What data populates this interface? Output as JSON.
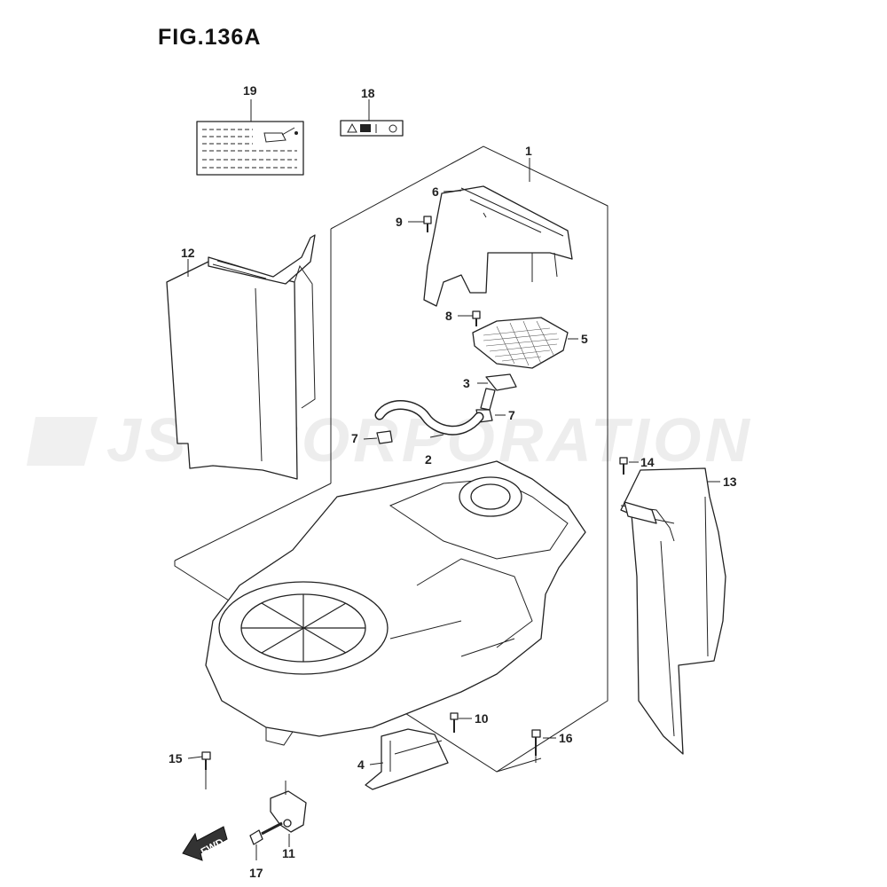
{
  "figure": {
    "title": "FIG.136A"
  },
  "watermark": {
    "text": "JSP CORPORATION"
  },
  "direction_badge": {
    "text": "FWD"
  },
  "callouts": [
    {
      "id": "c1",
      "number": "1"
    },
    {
      "id": "c2",
      "number": "2"
    },
    {
      "id": "c3",
      "number": "3"
    },
    {
      "id": "c4",
      "number": "4"
    },
    {
      "id": "c5",
      "number": "5"
    },
    {
      "id": "c6",
      "number": "6"
    },
    {
      "id": "c7a",
      "number": "7"
    },
    {
      "id": "c7b",
      "number": "7"
    },
    {
      "id": "c8",
      "number": "8"
    },
    {
      "id": "c9",
      "number": "9"
    },
    {
      "id": "c10",
      "number": "10"
    },
    {
      "id": "c11",
      "number": "11"
    },
    {
      "id": "c12",
      "number": "12"
    },
    {
      "id": "c13",
      "number": "13"
    },
    {
      "id": "c14",
      "number": "14"
    },
    {
      "id": "c15",
      "number": "15"
    },
    {
      "id": "c16",
      "number": "16"
    },
    {
      "id": "c17",
      "number": "17"
    },
    {
      "id": "c18",
      "number": "18"
    },
    {
      "id": "c19",
      "number": "19"
    }
  ],
  "icons": [
    "warning-label-icon",
    "caution-label-icon",
    "oil-can-icon",
    "direction-arrow-icon"
  ]
}
